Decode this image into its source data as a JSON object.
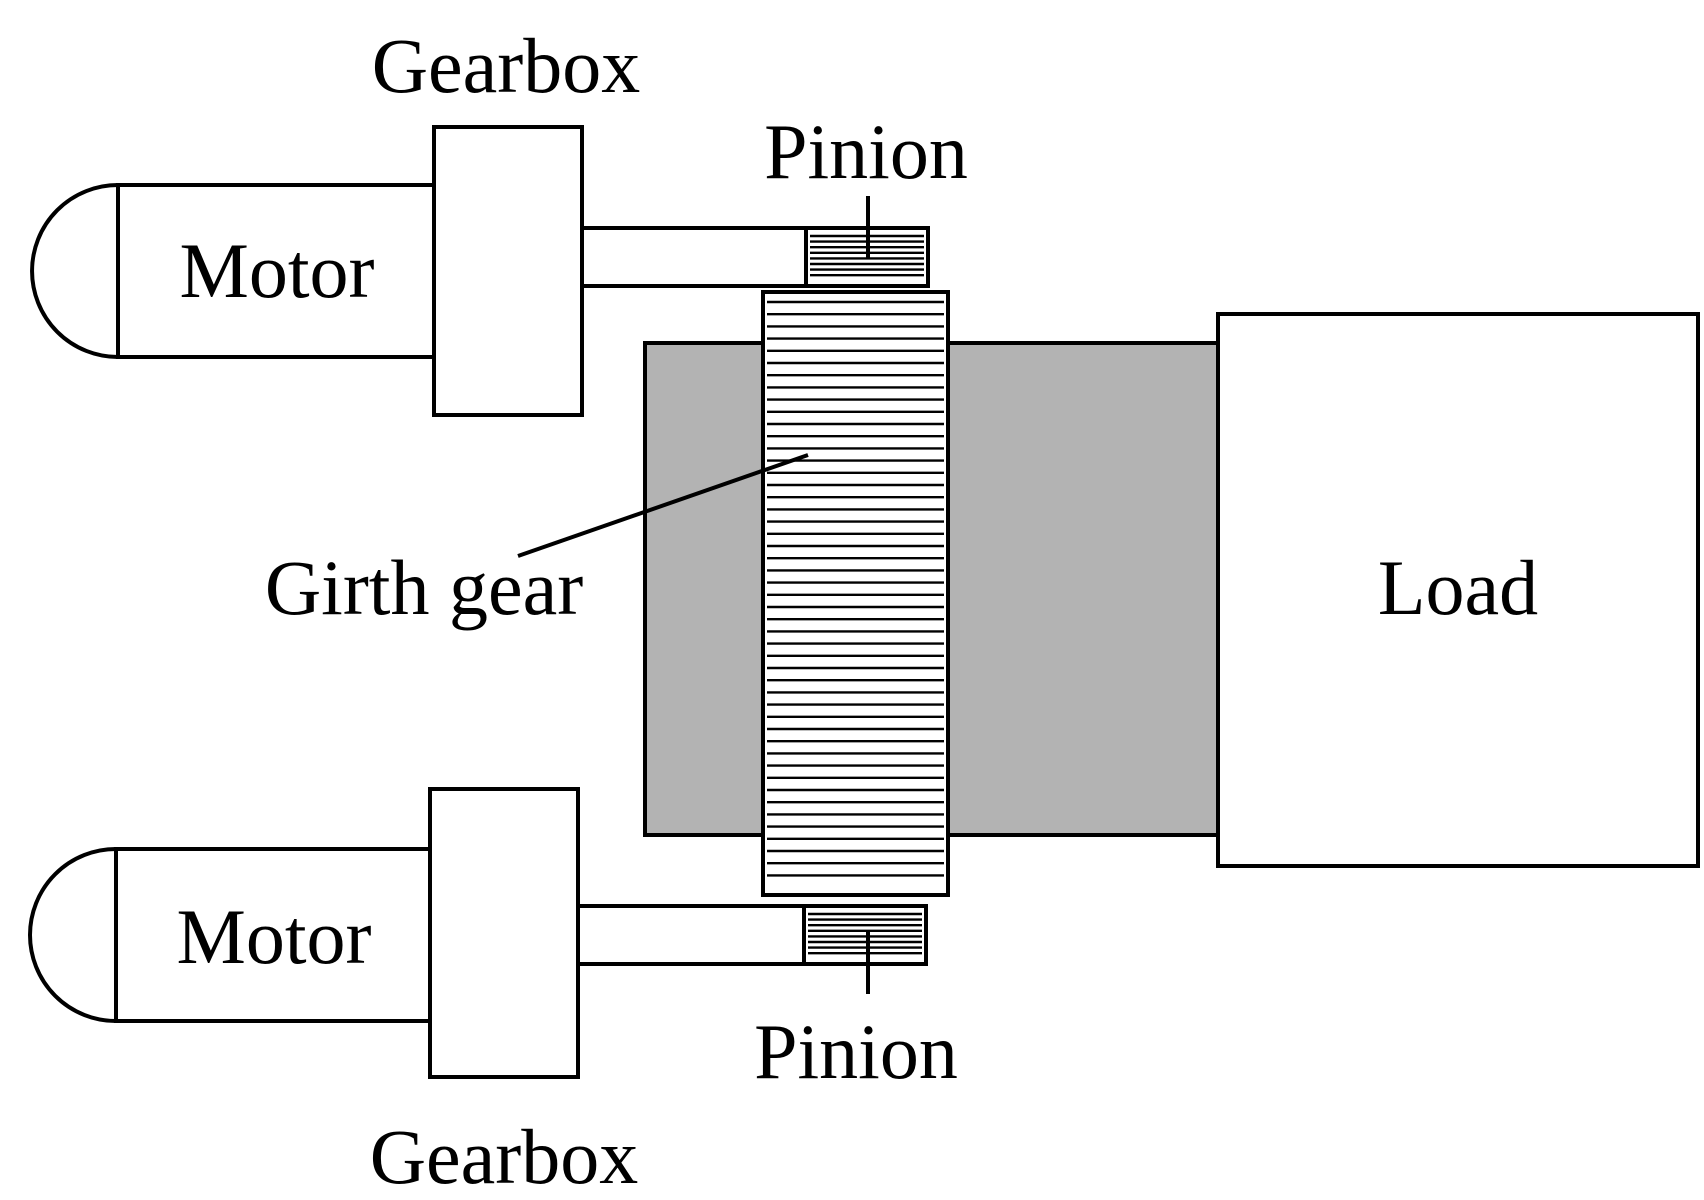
{
  "labels": {
    "gearbox_top": "Gearbox",
    "pinion_top": "Pinion",
    "motor_top": "Motor",
    "girth_gear": "Girth gear",
    "load": "Load",
    "motor_bottom": "Motor",
    "pinion_bottom": "Pinion",
    "gearbox_bottom": "Gearbox"
  },
  "colors": {
    "stroke": "#000000",
    "fill": "#ffffff",
    "drum": "#b3b3b3"
  }
}
